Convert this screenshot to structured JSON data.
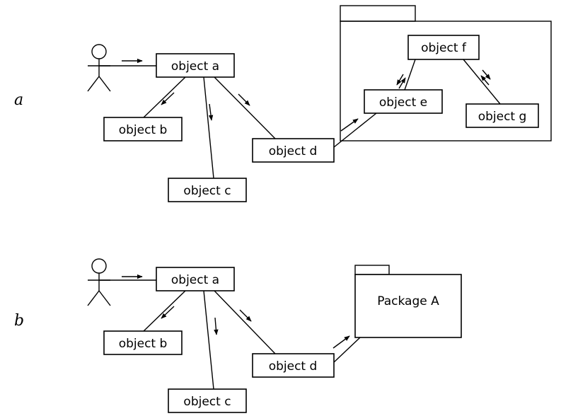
{
  "panels": [
    {
      "label": "a",
      "objects": {
        "a": "object a",
        "b": "object b",
        "c": "object c",
        "d": "object d",
        "e": "object e",
        "f": "object f",
        "g": "object g"
      }
    },
    {
      "label": "b",
      "objects": {
        "a": "object a",
        "b": "object b",
        "c": "object c",
        "d": "object d"
      },
      "package": "Package A"
    }
  ]
}
